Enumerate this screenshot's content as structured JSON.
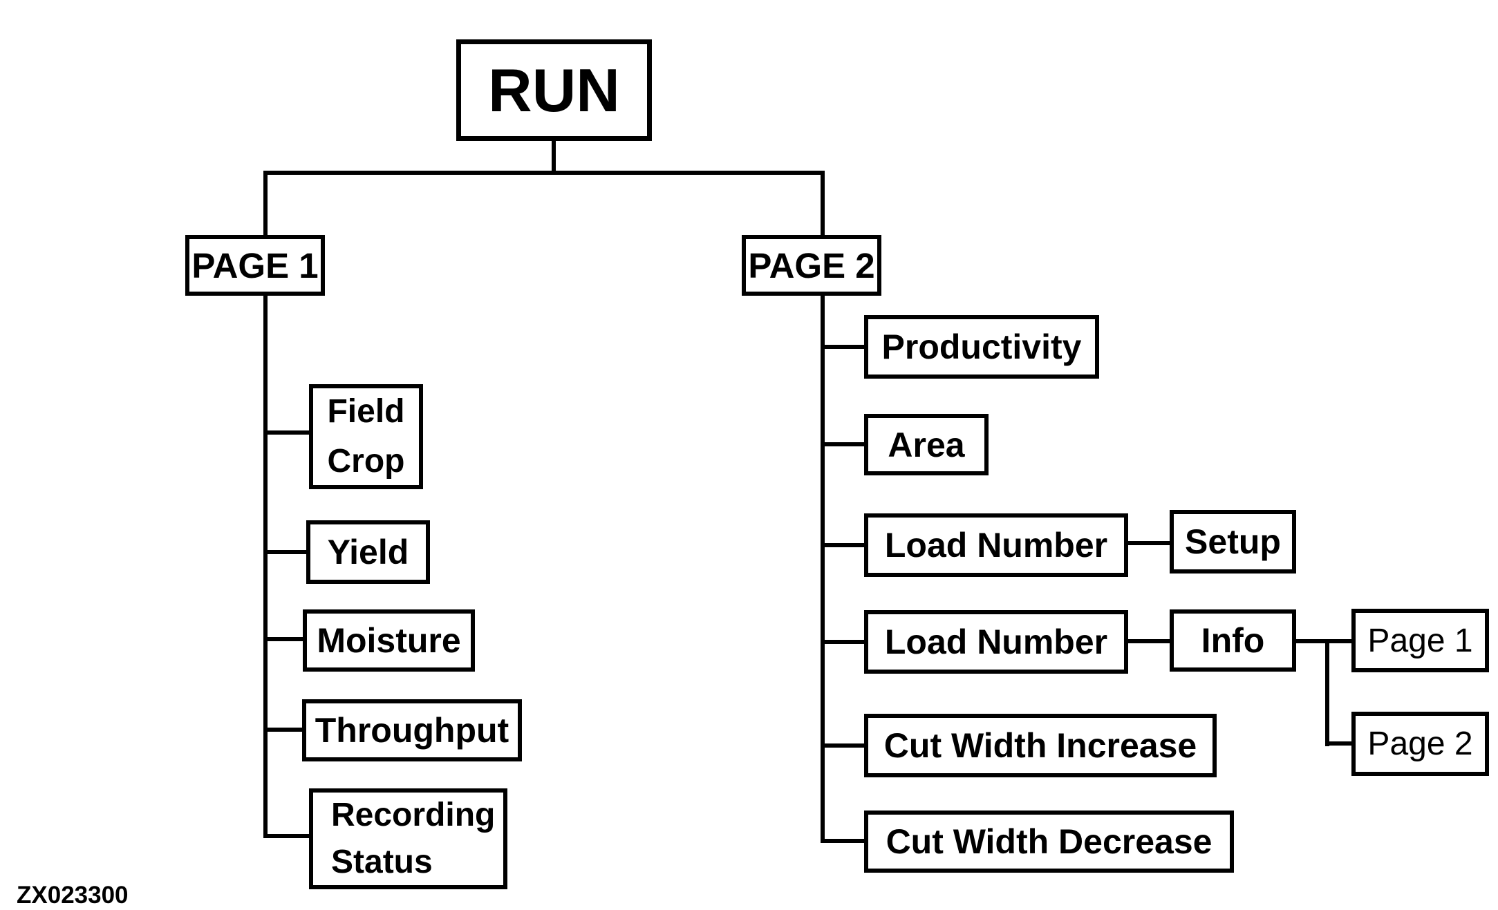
{
  "colors": {
    "line": "#000000",
    "background": "#ffffff"
  },
  "nodes": {
    "run": "RUN",
    "page1": "PAGE 1",
    "page2": "PAGE 2",
    "field_crop_line1": "Field",
    "field_crop_line2": "Crop",
    "yield": "Yield",
    "moisture": "Moisture",
    "throughput": "Throughput",
    "recording_status_line1": "Recording",
    "recording_status_line2": "Status",
    "productivity": "Productivity",
    "area": "Area",
    "load_number_setup": "Load Number",
    "setup": "Setup",
    "load_number_info": "Load Number",
    "info": "Info",
    "cut_width_increase": "Cut Width Increase",
    "cut_width_decrease": "Cut Width Decrease",
    "info_page1": "Page 1",
    "info_page2": "Page 2"
  },
  "hierarchy": {
    "RUN": {
      "PAGE 1": [
        "Field Crop",
        "Yield",
        "Moisture",
        "Throughput",
        "Recording Status"
      ],
      "PAGE 2": {
        "Productivity": [],
        "Area": [],
        "Load Number (first)": [
          "Setup"
        ],
        "Load Number (second)": {
          "Info": [
            "Page 1",
            "Page 2"
          ]
        },
        "Cut Width Increase": [],
        "Cut Width Decrease": []
      }
    }
  },
  "footer": {
    "figure_code": "ZX023300"
  }
}
